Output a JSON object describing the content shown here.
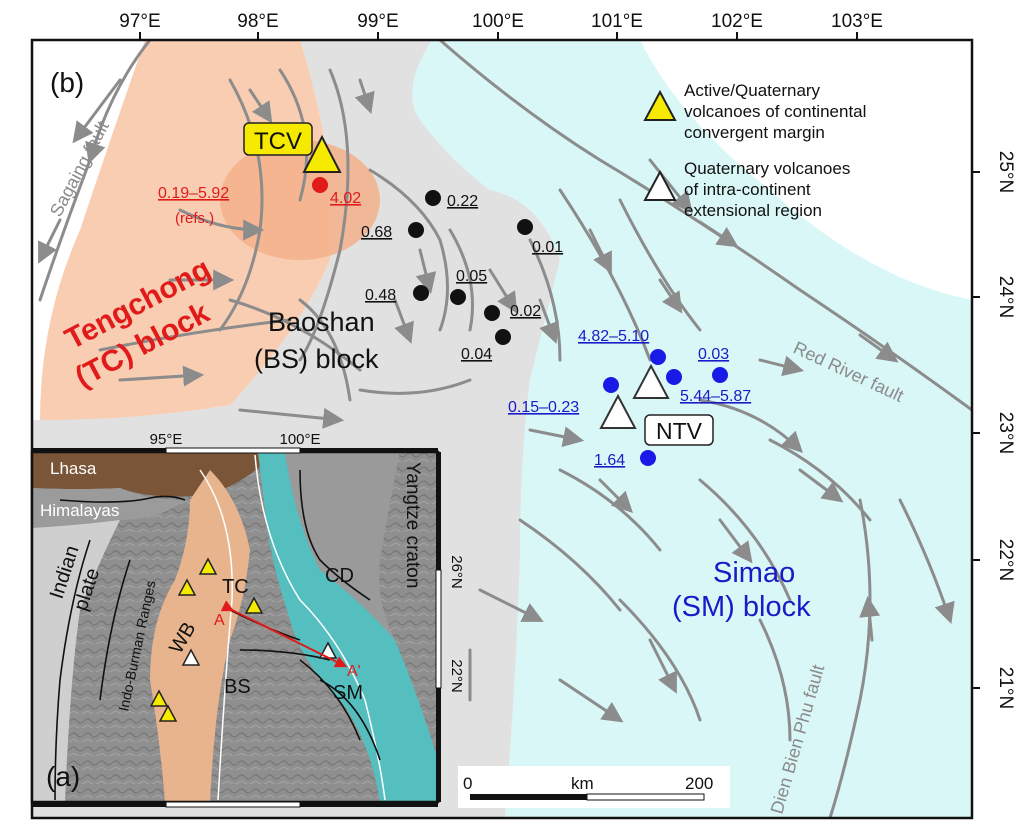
{
  "panel_b": {
    "label": "(b)",
    "lon_ticks": [
      "97°E",
      "98°E",
      "99°E",
      "100°E",
      "101°E",
      "102°E",
      "103°E"
    ],
    "lat_ticks": [
      "25°N",
      "24°N",
      "23°N",
      "22°N",
      "21°N"
    ],
    "blocks": {
      "tengchong_line1": "Tengchong",
      "tengchong_line2": "(TC) block",
      "baoshan_line1": "Baoshan",
      "baoshan_line2": "(BS) block",
      "simao_line1": "Simao",
      "simao_line2": "(SM) block"
    },
    "faults": {
      "sagaing": "Sagaing fault",
      "red_river": "Red River fault",
      "dien_bien_phu": "Dien Bien Phu fault"
    },
    "volcano_fields": {
      "tcv": "TCV",
      "ntv": "NTV"
    },
    "ages": {
      "tcv_range": "0.19–5.92",
      "tcv_refs": "(refs.)",
      "tcv_red": "4.02",
      "bs_0_22": "0.22",
      "bs_0_68": "0.68",
      "bs_0_01": "0.01",
      "bs_0_05": "0.05",
      "bs_0_48": "0.48",
      "bs_0_02": "0.02",
      "bs_0_04": "0.04",
      "sm_4_82": "4.82–5.10",
      "sm_0_03": "0.03",
      "sm_5_44": "5.44–5.87",
      "sm_0_15": "0.15–0.23",
      "sm_1_64": "1.64"
    },
    "legend": {
      "yellow_l1": "Active/Quaternary",
      "yellow_l2": "volcanoes of continental",
      "yellow_l3": "convergent margin",
      "white_l1": "Quaternary volcanoes",
      "white_l2": "of intra-continent",
      "white_l3": "extensional region"
    },
    "scale": {
      "zero": "0",
      "unit": "km",
      "max": "200"
    },
    "colors": {
      "tengchong": "#f9cdb2",
      "tengchong_core": "#f3b08a",
      "baoshan": "#e1e1e1",
      "simao": "#daf7f7",
      "fault": "#8c8c8c",
      "red_age": "#e11a1a",
      "blue_age": "#1a1ac8",
      "volcano_yellow": "#f5ea00",
      "sample_blue": "#1a1ae6"
    }
  },
  "panel_a": {
    "label": "(a)",
    "lon_ticks": [
      "95°E",
      "100°E"
    ],
    "lat_ticks": [
      "26°N",
      "22°N"
    ],
    "regions": {
      "lhasa": "Lhasa",
      "himalayas": "Himalayas",
      "indian_plate_l1": "Indian",
      "indian_plate_l2": "plate",
      "indo_burman": "Indo-Burman Ranges",
      "yangtze": "Yangtze craton",
      "tc": "TC",
      "wb": "WB",
      "bs": "BS",
      "sm": "SM",
      "cd": "CD",
      "a": "A",
      "a_prime": "A'"
    }
  }
}
